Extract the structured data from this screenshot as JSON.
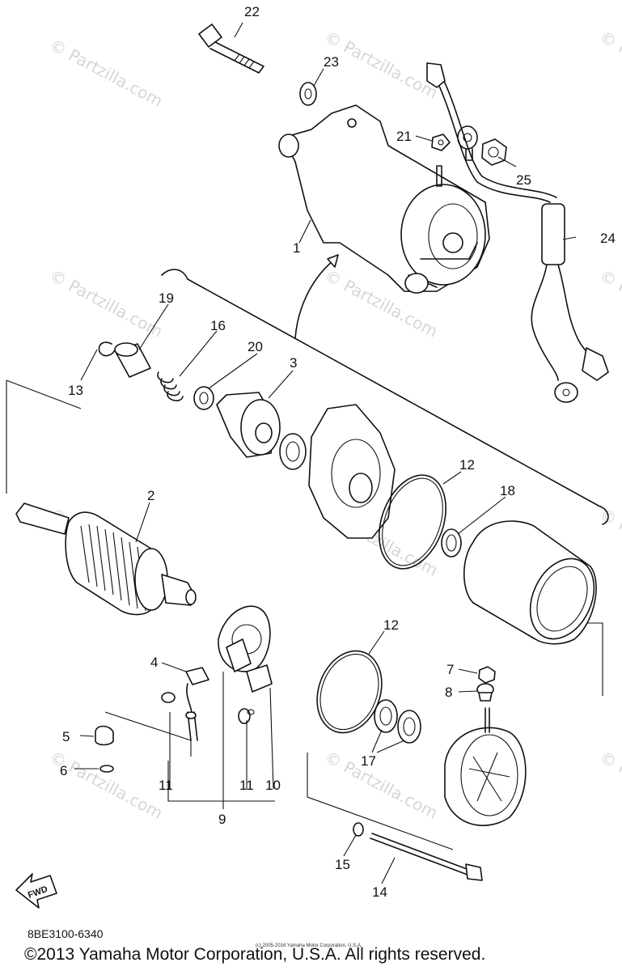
{
  "diagram": {
    "diagram_code": "8BE3100-6340",
    "copyright": "©2013 Yamaha Motor Corporation, U.S.A. All rights reserved.",
    "small_credit": "(c) 2005-2016 Yamaha Motor Corporation, U.S.A.",
    "watermark": "© Partzilla.com",
    "fwd_label": "FWD",
    "callouts": {
      "c1": "1",
      "c2": "2",
      "c3": "3",
      "c4": "4",
      "c5": "5",
      "c6": "6",
      "c7": "7",
      "c8": "8",
      "c9": "9",
      "c10": "10",
      "c11a": "11",
      "c11b": "11",
      "c12a": "12",
      "c12b": "12",
      "c13": "13",
      "c14": "14",
      "c15": "15",
      "c16": "16",
      "c17": "17",
      "c18": "18",
      "c19": "19",
      "c20": "20",
      "c21": "21",
      "c22": "22",
      "c23": "23",
      "c24": "24",
      "c25": "25"
    }
  }
}
